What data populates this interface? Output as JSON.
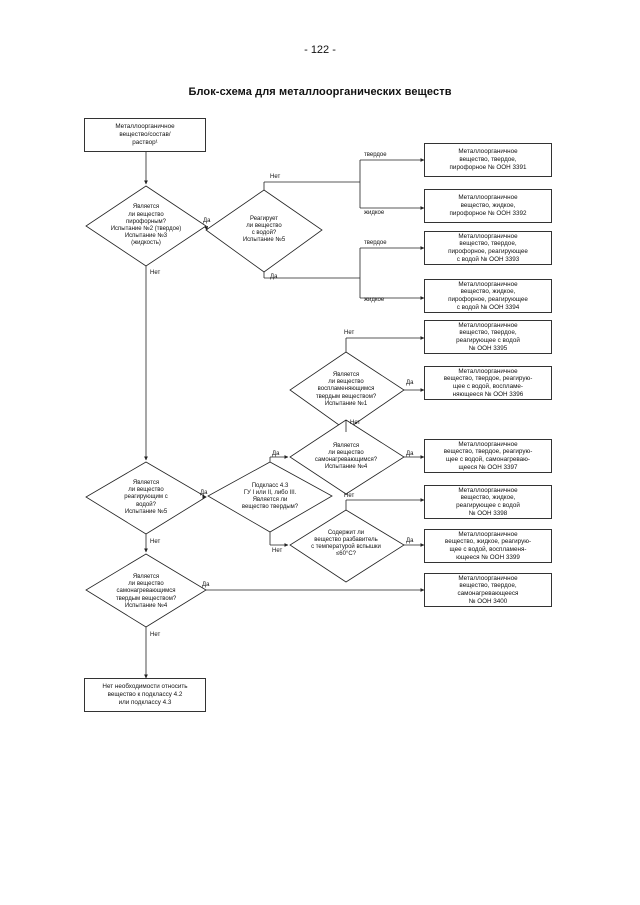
{
  "page_number": "- 122 -",
  "title": "Блок-схема для металлоорганических веществ",
  "nodes": {
    "start": "Металлоорганичное\nвещество/состав/\nраствор¹",
    "d_pyrophoric": "Является\nли вещество\nпирофорным?\nИспытание №2 (твердое)\nИспытание №3\n(жидкость)",
    "d_water_reacts": "Реагирует\nли вещество\nс водой?\nИспытание №5",
    "d_ignite": "Является\nли вещество\nвоспламеняющимся\nтвердым веществом?\nИспытание №1",
    "d_selfheat_solid": "Является\nли вещество\nсамонагревающимся?\nИспытание №4",
    "d_reacts_water": "Является\nли вещество\nреагирующим с\nводой?\nИспытание №5",
    "d_subclass": "Подкласс 4.3\nГУ I или II, либо III.\nЯвляется ли\nвещество твердым?",
    "d_flashpoint": "Содержит ли\nвещество разбавитель\nс температурой вспышки\n≤60°C?",
    "d_selfheat": "Является\nли вещество\nсамонагревающимся\nтвердым веществом?\nИспытание №4",
    "end": "Нет необходимости относить\nвещество к подклассу 4.2\nили подклассу 4.3"
  },
  "results": [
    "Металлоорганичное\nвещество, твердое,\nпирофорное № ООН 3391",
    "Металлоорганичное\nвещество, жидкое,\nпирофорное № ООН 3392",
    "Металлоорганичное\nвещество, твердое,\nпирофорное, реагирующее\nс водой № ООН 3393",
    "Металлоорганичное\nвещество, жидкое,\nпирофорное, реагирующее\nс водой № ООН 3394",
    "Металлоорганичное\nвещество, твердое,\nреагирующее с водой\n№ ООН 3395",
    "Металлоорганичное\nвещество, твердое, реагирую-\nщее с водой, воспламе-\nняющееся № ООН 3396",
    "Металлоорганичное\nвещество, твердое, реагирую-\nщее с водой, самонагреваю-\nщееся № ООН 3397",
    "Металлоорганичное\nвещество, жидкое,\nреагирующее с водой\n№ ООН 3398",
    "Металлоорганичное\nвещество, жидкое, реагирую-\nщее с водой, воспламеня-\nющееся № ООН 3399",
    "Металлоорганичное\nвещество, твердое,\nсамонагревающееся\n№ ООН 3400"
  ],
  "labels": {
    "yes": "Да",
    "no": "Нет",
    "solid": "твердое",
    "liquid": "жидкое"
  },
  "colors": {
    "line": "#222222",
    "border": "#333333"
  }
}
